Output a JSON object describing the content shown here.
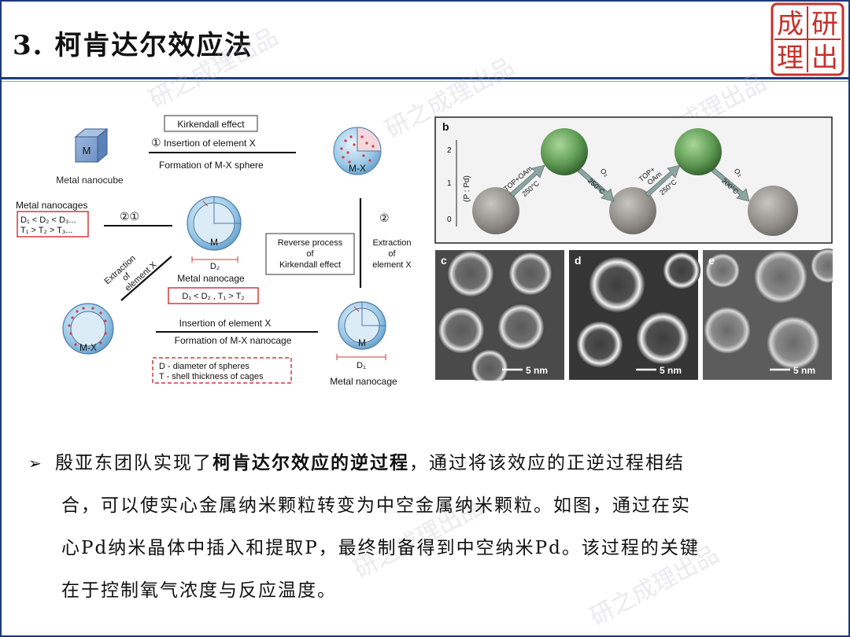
{
  "header": {
    "title": "3. 柯肯达尔效应法"
  },
  "logo": {
    "chars": [
      "成",
      "研",
      "理",
      "出"
    ]
  },
  "watermark": {
    "text": "研之成理出品"
  },
  "figure_left": {
    "cube_label": "M",
    "cube_caption": "Metal nanocube",
    "kirkendall_box": "Kirkendall effect",
    "step1_num": "①",
    "step1_text": "Insertion of element X",
    "step1_sub": "Formation of M-X sphere",
    "mx_sphere_label": "M-X",
    "cages_title": "Metal nanocages",
    "cages_line1": "D₁ < D₂ < D₃...",
    "cages_line2": "T₁ > T₂ > T₃...",
    "step21": "②①",
    "cage2_label": "M",
    "cage2_d": "D₂",
    "cage2_caption": "Metal nanocage",
    "cage2_box": "D₁ < D₂ , T₁ > T₂",
    "extract_diag1": "Extraction",
    "extract_diag2": "of",
    "extract_diag3": "element X",
    "reverse_box1": "Reverse process",
    "reverse_box2": "of",
    "reverse_box3": "Kirkendall effect",
    "step2_num": "②",
    "extract_r1": "Extraction",
    "extract_r2": "of",
    "extract_r3": "element X",
    "mx2_label": "M-X",
    "insert2_text": "Insertion of element X",
    "insert2_sub": "Formation of M-X nanocage",
    "legend_d": "D - diameter of spheres",
    "legend_t": "T - shell thickness of cages",
    "cage1_label": "M",
    "cage1_d": "D₁",
    "cage1_caption": "Metal nanocage"
  },
  "figure_right": {
    "panel_b": "b",
    "y_axis": "(P : Pd)",
    "y_ticks": [
      "2",
      "1",
      "0"
    ],
    "arrow1": [
      "TOP+OAm",
      "250°C"
    ],
    "arrow2": [
      "O₂",
      "250°C"
    ],
    "arrow3": [
      "TOP+",
      "OAm",
      "250°C"
    ],
    "arrow4": [
      "O₂",
      "200°C"
    ],
    "panel_c": "c",
    "panel_d": "d",
    "panel_e": "e",
    "scale": "5 nm"
  },
  "body": {
    "bullet": "➢",
    "line1_a": "殷亚东团队实现了",
    "line1_bold": "柯肯达尔效应的逆过程",
    "line1_b": "，通过将该效应的正逆过程相结",
    "line2": "合，可以使实心金属纳米颗粒转变为中空金属纳米颗粒。如图，通过在实",
    "line3": "心Pd纳米晶体中插入和提取P，最终制备得到中空纳米Pd。该过程的关键",
    "line4": "在于控制氧气浓度与反应温度。"
  }
}
